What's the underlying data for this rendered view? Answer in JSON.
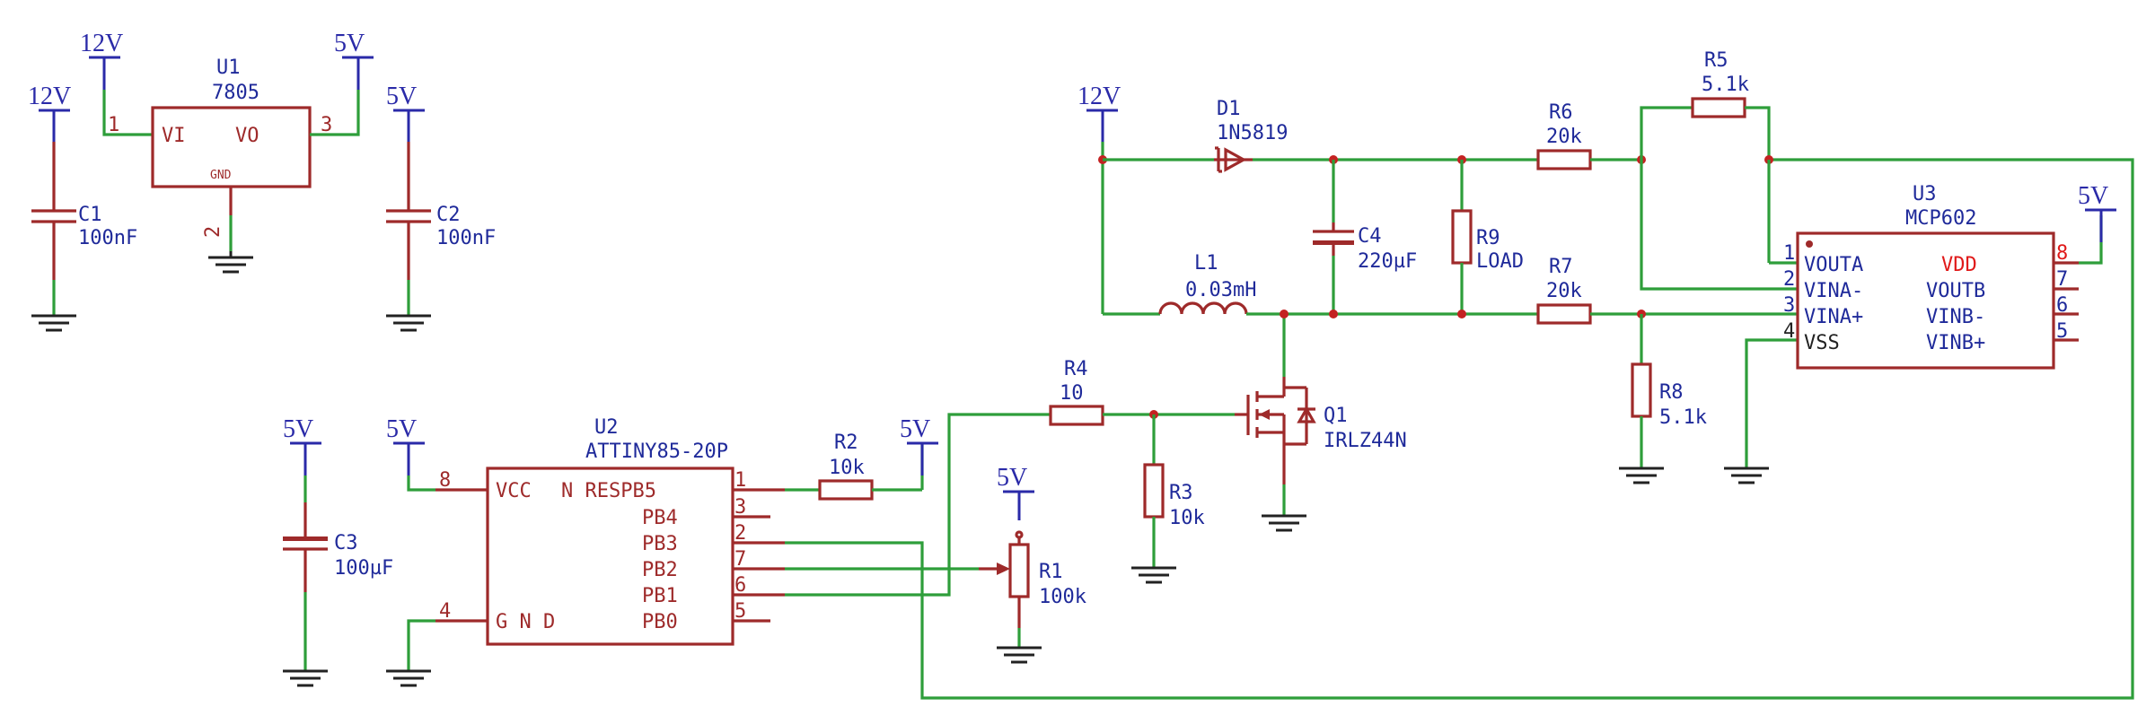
{
  "power": {
    "v12": "12V",
    "v5": "5V"
  },
  "u1": {
    "ref": "U1",
    "value": "7805",
    "pin_vi": "VI",
    "pin_vo": "VO",
    "pin_gnd": "GND",
    "pin1": "1",
    "pin2": "2",
    "pin3": "3"
  },
  "c1": {
    "ref": "C1",
    "value": "100nF"
  },
  "c2": {
    "ref": "C2",
    "value": "100nF"
  },
  "c3": {
    "ref": "C3",
    "value": "100µF"
  },
  "c4": {
    "ref": "C4",
    "value": "220µF"
  },
  "u2": {
    "ref": "U2",
    "value": "ATTINY85-20P",
    "pin_vcc": "VCC",
    "pin_pb5": "N RESPB5",
    "pin_pb4": "PB4",
    "pin_pb3": "PB3",
    "pin_pb2": "PB2",
    "pin_pb1": "PB1",
    "pin_gnd": "G N D",
    "pin_pb0": "PB0",
    "n8": "8",
    "n4": "4",
    "n1": "1",
    "n3": "3",
    "n2": "2",
    "n7": "7",
    "n6": "6",
    "n5": "5"
  },
  "r1": {
    "ref": "R1",
    "value": "100k"
  },
  "r2": {
    "ref": "R2",
    "value": "10k"
  },
  "r3": {
    "ref": "R3",
    "value": "10k"
  },
  "r4": {
    "ref": "R4",
    "value": "10"
  },
  "r5": {
    "ref": "R5",
    "value": "5.1k"
  },
  "r6": {
    "ref": "R6",
    "value": "20k"
  },
  "r7": {
    "ref": "R7",
    "value": "20k"
  },
  "r8": {
    "ref": "R8",
    "value": "5.1k"
  },
  "r9": {
    "ref": "R9",
    "value": "LOAD"
  },
  "d1": {
    "ref": "D1",
    "value": "1N5819"
  },
  "l1": {
    "ref": "L1",
    "value": "0.03mH"
  },
  "q1": {
    "ref": "Q1",
    "value": "IRLZ44N"
  },
  "u3": {
    "ref": "U3",
    "value": "MCP602",
    "pin_voa": "VOUTA",
    "pin_vina_m": "VINA-",
    "pin_vina_p": "VINA+",
    "pin_vss": "VSS",
    "pin_vdd": "VDD",
    "pin_voutb": "VOUTB",
    "pin_vinb_m": "VINB-",
    "pin_vinb_p": "VINB+",
    "n1": "1",
    "n2": "2",
    "n3": "3",
    "n4": "4",
    "n8": "8",
    "n7": "7",
    "n6": "6",
    "n5": "5"
  },
  "colors": {
    "wire": "#2e9e3a",
    "component": "#9e2a2a",
    "power": "#2a2aa8",
    "ground": "#222222",
    "junction": "#c42222"
  }
}
